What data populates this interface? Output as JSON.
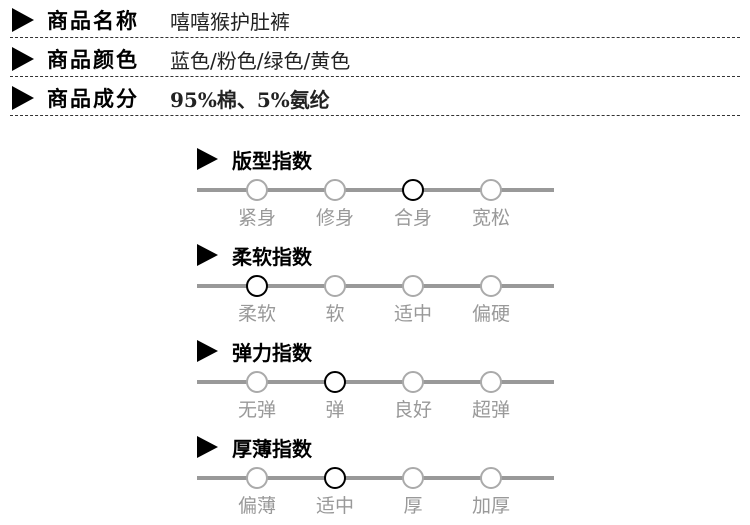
{
  "info": [
    {
      "label": "商品名称",
      "value": "嘻嘻猴护肚裤"
    },
    {
      "label": "商品颜色",
      "value": "蓝色/粉色/绿色/黄色"
    },
    {
      "label": "商品成分",
      "value": "95%棉、5%氨纶"
    }
  ],
  "indices": [
    {
      "title": "版型指数",
      "options": [
        "紧身",
        "修身",
        "合身",
        "宽松"
      ],
      "selected": 2
    },
    {
      "title": "柔软指数",
      "options": [
        "柔软",
        "软",
        "适中",
        "偏硬"
      ],
      "selected": 0
    },
    {
      "title": "弹力指数",
      "options": [
        "无弹",
        "弹",
        "良好",
        "超弹"
      ],
      "selected": 1
    },
    {
      "title": "厚薄指数",
      "options": [
        "偏薄",
        "适中",
        "厚",
        "加厚"
      ],
      "selected": 1
    }
  ]
}
